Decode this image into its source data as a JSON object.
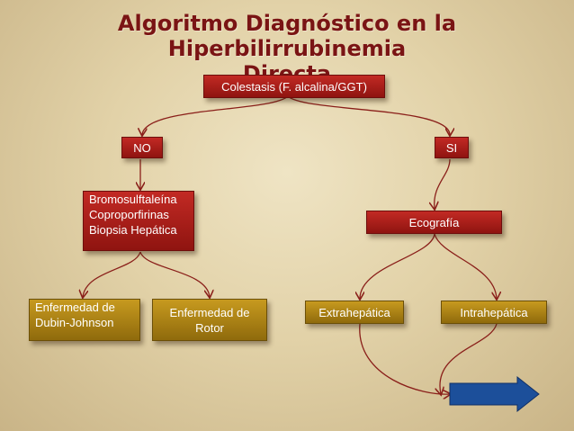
{
  "title": {
    "line1": "Algoritmo Diagnóstico en la Hiperbilirrubinemia",
    "line2": "Directa"
  },
  "nodes": {
    "root": "Colestasis (F. alcalina/GGT)",
    "no": "NO",
    "si": "SI",
    "tests": [
      "Bromosulftaleína",
      "Coproporfirinas",
      "Biopsia Hepática"
    ],
    "ecografia": "Ecografía",
    "dubin": [
      "Enfermedad de",
      "Dubin-Johnson"
    ],
    "rotor": [
      "Enfermedad de",
      "Rotor"
    ],
    "extra": "Extrahepática",
    "intra": "Intrahepática"
  },
  "colors": {
    "title": "#7a1414",
    "red_box": "#b01f1a",
    "gold_box": "#b08412",
    "arrow_blue": "#1c4f9a",
    "connector": "#8a1f1a"
  }
}
